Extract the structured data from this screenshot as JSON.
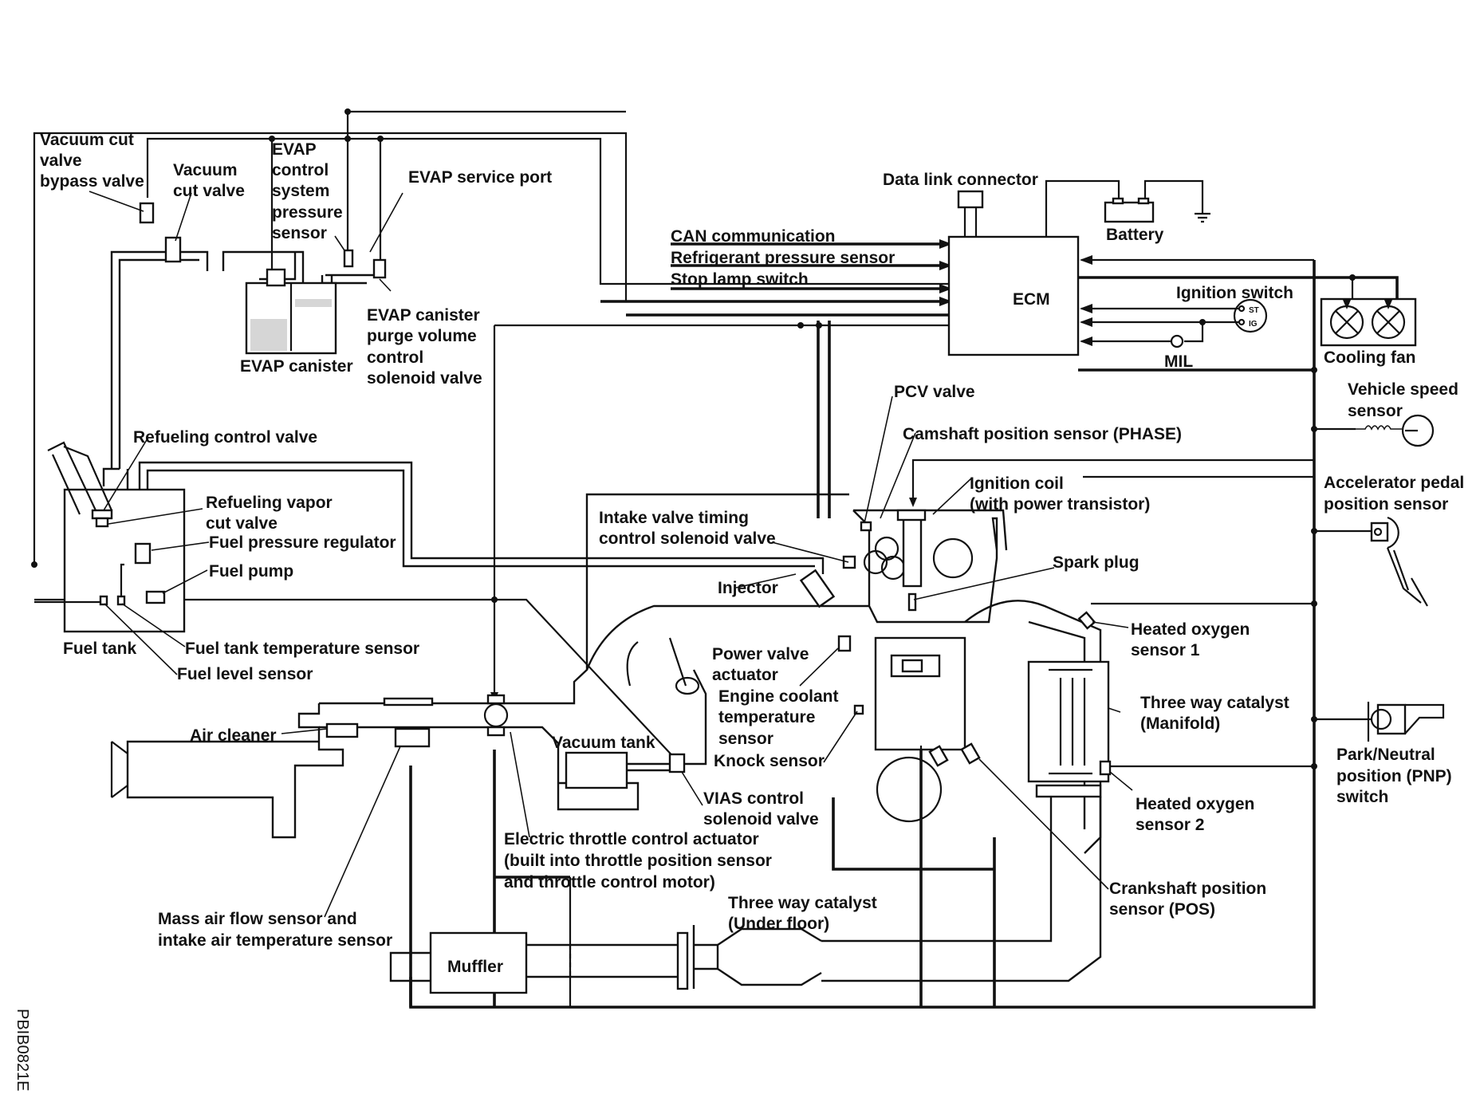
{
  "figure_code": "PBIB0821E",
  "colors": {
    "line": "#111111",
    "background": "#ffffff"
  },
  "components": {
    "ecm": "ECM",
    "data_link_connector": "Data link connector",
    "battery": "Battery",
    "ignition_switch": "Ignition switch",
    "ignition_switch_st": "ST",
    "ignition_switch_ig": "IG",
    "mil": "MIL",
    "cooling_fan": "Cooling fan",
    "vehicle_speed_sensor": [
      "Vehicle speed",
      "sensor"
    ],
    "accelerator_pedal_position_sensor": [
      "Accelerator pedal",
      "position sensor"
    ],
    "pnp_switch": [
      "Park/Neutral",
      "position (PNP)",
      "switch"
    ],
    "can_communication": "CAN communication",
    "refrigerant_pressure_sensor": "Refrigerant pressure sensor",
    "stop_lamp_switch": "Stop lamp switch",
    "vacuum_cut_valve_bypass_valve": [
      "Vacuum cut",
      "valve",
      "bypass valve"
    ],
    "vacuum_cut_valve": [
      "Vacuum",
      "cut valve"
    ],
    "evap_control_system_pressure_sensor": [
      "EVAP",
      "control",
      "system",
      "pressure",
      "sensor"
    ],
    "evap_service_port": "EVAP service port",
    "evap_canister": "EVAP canister",
    "evap_canister_purge_valve": [
      "EVAP canister",
      "purge volume",
      "control",
      "solenoid valve"
    ],
    "refueling_control_valve": "Refueling control valve",
    "refueling_vapor_cut_valve": [
      "Refueling vapor",
      "cut valve"
    ],
    "fuel_pressure_regulator": "Fuel pressure regulator",
    "fuel_pump": "Fuel pump",
    "fuel_tank": "Fuel tank",
    "fuel_tank_temperature_sensor": "Fuel tank temperature sensor",
    "fuel_level_sensor": "Fuel level sensor",
    "pcv_valve": "PCV valve",
    "camshaft_position_sensor": "Camshaft position sensor (PHASE)",
    "ignition_coil": [
      "Ignition coil",
      "(with power transistor)"
    ],
    "intake_valve_timing_solenoid": [
      "Intake valve timing",
      "control solenoid valve"
    ],
    "spark_plug": "Spark plug",
    "injector": "Injector",
    "heated_oxygen_sensor_1": [
      "Heated oxygen",
      "sensor 1"
    ],
    "heated_oxygen_sensor_2": [
      "Heated oxygen",
      "sensor 2"
    ],
    "three_way_catalyst_manifold": [
      "Three way catalyst",
      "(Manifold)"
    ],
    "three_way_catalyst_underfloor": [
      "Three way catalyst",
      "(Under floor)"
    ],
    "power_valve_actuator": [
      "Power valve",
      "actuator"
    ],
    "engine_coolant_temperature_sensor": [
      "Engine coolant",
      "temperature",
      "sensor"
    ],
    "knock_sensor": "Knock sensor",
    "vacuum_tank": "Vacuum tank",
    "vias_control_solenoid_valve": [
      "VIAS control",
      "solenoid valve"
    ],
    "air_cleaner": "Air cleaner",
    "electric_throttle_control_actuator": [
      "Electric throttle control actuator",
      "(built into throttle position sensor",
      "and throttle control motor)"
    ],
    "mass_air_flow_sensor": [
      "Mass air flow sensor and",
      "intake air temperature sensor"
    ],
    "crankshaft_position_sensor": [
      "Crankshaft position",
      "sensor (POS)"
    ],
    "muffler": "Muffler"
  }
}
